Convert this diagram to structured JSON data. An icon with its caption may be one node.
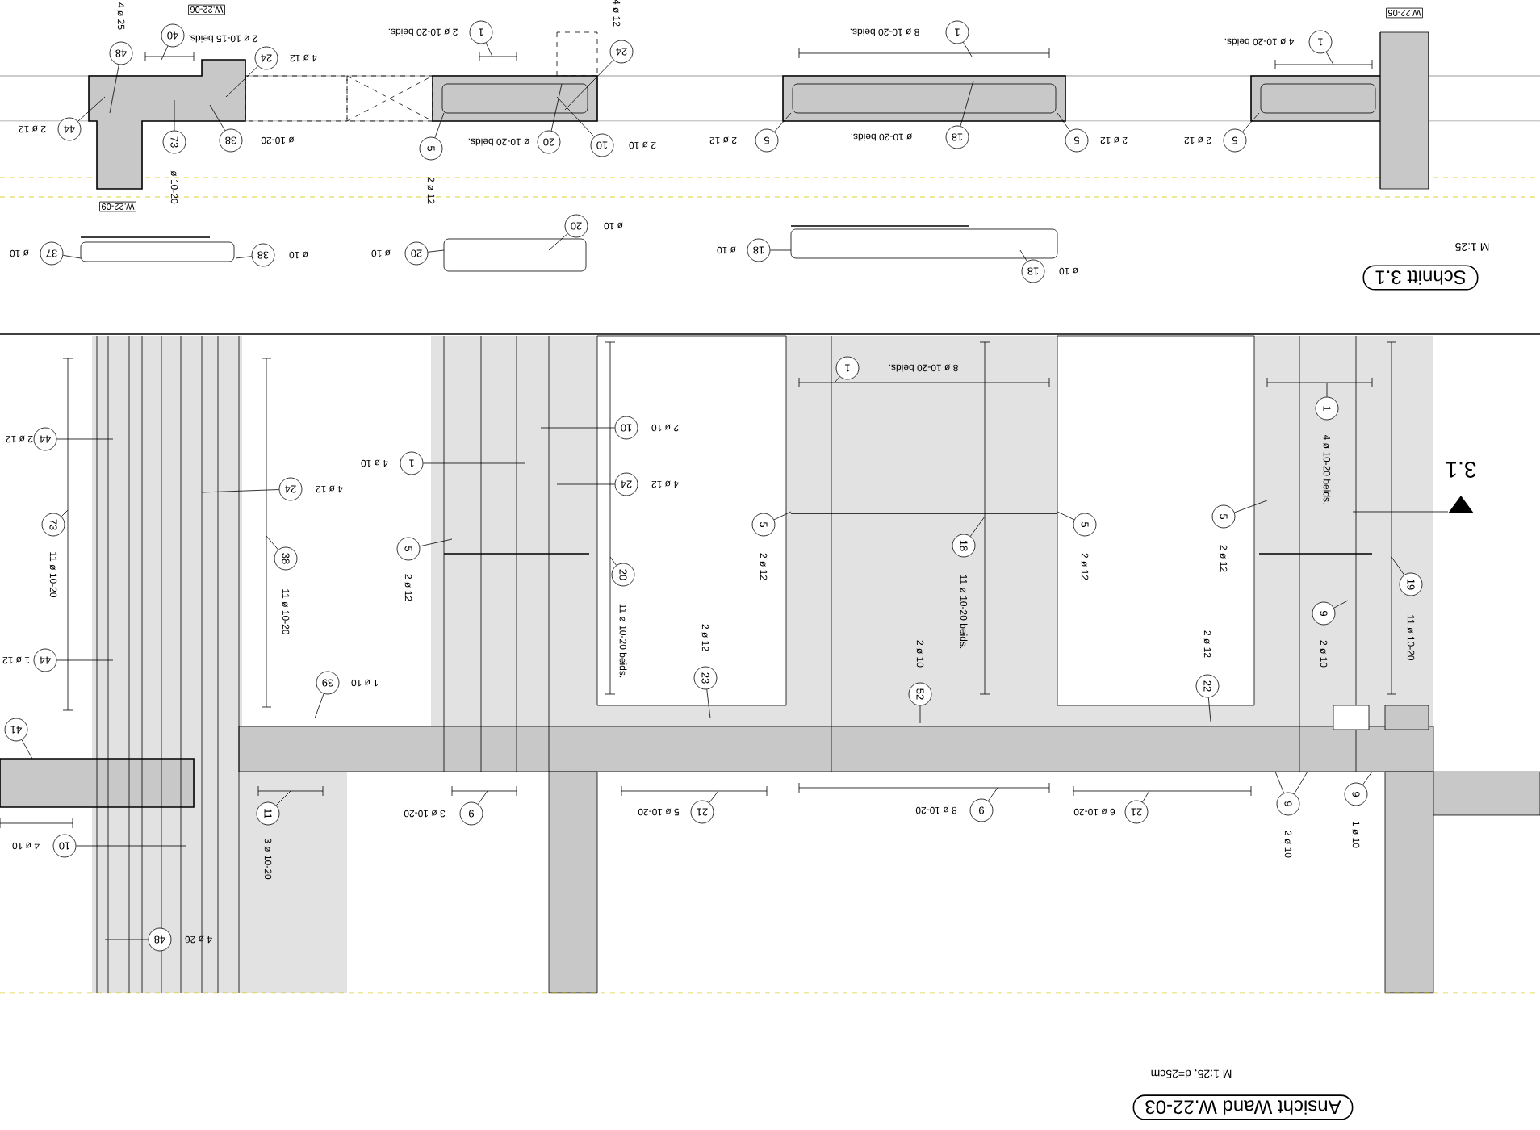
{
  "diagram": {
    "nodes": [
      {
        "text": [
          "48"
        ],
        "beside": [
          "4 ø 25"
        ]
      },
      {
        "text": [
          "40"
        ],
        "beside": [
          "2 ø 10-15 beids."
        ]
      },
      {
        "text": [
          "24"
        ],
        "beside": [
          "4 ø 12"
        ]
      },
      {
        "text": [
          "44"
        ],
        "beside": [
          "2 ø 12"
        ]
      },
      {
        "text": [
          "73"
        ],
        "beside": [
          "ø 10-20"
        ]
      },
      {
        "text": [
          "38"
        ],
        "beside": [
          "ø 10-20"
        ]
      },
      {
        "text": [
          "W.22-06"
        ]
      },
      {
        "text": [
          "W.22-09"
        ]
      },
      {
        "text": [
          "1"
        ],
        "beside": [
          "2 ø 10-20 beids."
        ]
      },
      {
        "text": [
          "24"
        ],
        "beside": [
          "4 ø 12"
        ]
      },
      {
        "text": [
          "5"
        ],
        "beside": [
          "2 ø 12"
        ]
      },
      {
        "text": [
          "20"
        ],
        "beside": [
          "ø 10-20 beids."
        ]
      },
      {
        "text": [
          "10"
        ],
        "beside": [
          "2 ø 10"
        ]
      },
      {
        "text": [
          "5"
        ],
        "beside": [
          "2 ø 12"
        ]
      },
      {
        "text": [
          "1"
        ],
        "beside": [
          "8 ø 10-20 beids."
        ]
      },
      {
        "text": [
          "18"
        ],
        "beside": [
          "ø 10-20 beids."
        ]
      },
      {
        "text": [
          "5"
        ],
        "beside": [
          "2 ø 12"
        ]
      },
      {
        "text": [
          "1"
        ],
        "beside": [
          "4 ø 10-20 beids."
        ]
      },
      {
        "text": [
          "5"
        ],
        "beside": [
          "2 ø 12"
        ]
      },
      {
        "text": [
          "W.22-05"
        ]
      },
      {
        "text": [
          "37"
        ],
        "beside": [
          "ø 10"
        ]
      },
      {
        "text": [
          "38"
        ],
        "beside": [
          "ø 10"
        ]
      },
      {
        "text": [
          "20"
        ],
        "beside": [
          "ø 10"
        ]
      },
      {
        "text": [
          "20"
        ],
        "beside": [
          "ø 10"
        ]
      },
      {
        "text": [
          "18"
        ],
        "beside": [
          "ø 10"
        ]
      },
      {
        "text": [
          "18"
        ],
        "beside": [
          "ø 10"
        ]
      },
      {
        "text": [
          "Schnitt 3.1"
        ],
        "beside": [
          "M 1:25"
        ]
      },
      {
        "text": [
          "44"
        ],
        "beside": [
          "2 ø 12"
        ]
      },
      {
        "text": [
          "73"
        ],
        "beside": [
          "11 ø 10-20"
        ]
      },
      {
        "text": [
          "44"
        ],
        "beside": [
          "1 ø 12"
        ]
      },
      {
        "text": [
          "41"
        ]
      },
      {
        "text": [
          "24"
        ],
        "beside": [
          "4 ø 12"
        ]
      },
      {
        "text": [
          "38"
        ],
        "beside": [
          "11 ø 10-20"
        ]
      },
      {
        "text": [
          "1"
        ],
        "beside": [
          "4 ø 10"
        ]
      },
      {
        "text": [
          "5"
        ],
        "beside": [
          "2 ø 12"
        ]
      },
      {
        "text": [
          "39"
        ],
        "beside": [
          "1 ø 10"
        ]
      },
      {
        "text": [
          "10"
        ],
        "beside": [
          "2 ø 10"
        ]
      },
      {
        "text": [
          "24"
        ],
        "beside": [
          "4 ø 12"
        ]
      },
      {
        "text": [
          "20"
        ],
        "beside": [
          "11 ø 10-20 beids."
        ]
      },
      {
        "text": [
          "23"
        ],
        "beside": [
          "2 ø 12"
        ]
      },
      {
        "text": [
          "5"
        ],
        "beside": [
          "2 ø 12"
        ]
      },
      {
        "text": [
          "1"
        ],
        "beside": [
          "8 ø 10-20 beids."
        ]
      },
      {
        "text": [
          "18"
        ],
        "beside": [
          "11 ø 10-20 beids."
        ]
      },
      {
        "text": [
          "52"
        ],
        "beside": [
          "2 ø 10"
        ]
      },
      {
        "text": [
          "5"
        ],
        "beside": [
          "2 ø 12"
        ]
      },
      {
        "text": [
          "5"
        ],
        "beside": [
          "2 ø 12"
        ]
      },
      {
        "text": [
          "22"
        ],
        "beside": [
          "2 ø 12"
        ]
      },
      {
        "text": [
          "1"
        ],
        "beside": [
          "4 ø 10-20 beids."
        ]
      },
      {
        "text": [
          "9"
        ],
        "beside": [
          "2 ø 10"
        ]
      },
      {
        "text": [
          "19"
        ],
        "beside": [
          "11 ø 10-20"
        ]
      },
      {
        "text": [
          "11"
        ],
        "beside": [
          "3 ø 10-20"
        ]
      },
      {
        "text": [
          "10"
        ],
        "beside": [
          "4 ø 10"
        ]
      },
      {
        "text": [
          "48"
        ],
        "beside": [
          "4 ø 26"
        ]
      },
      {
        "text": [
          "9"
        ],
        "beside": [
          "3 ø 10-20"
        ]
      },
      {
        "text": [
          "21"
        ],
        "beside": [
          "5 ø 10-20"
        ]
      },
      {
        "text": [
          "9"
        ],
        "beside": [
          "8 ø 10-20"
        ]
      },
      {
        "text": [
          "21"
        ],
        "beside": [
          "6 ø 10-20"
        ]
      },
      {
        "text": [
          "9"
        ],
        "beside": [
          "2 ø 10"
        ]
      },
      {
        "text": [
          "9"
        ],
        "beside": [
          "1 ø 10"
        ]
      },
      {
        "text": [
          "Ansicht Wand W.22-03"
        ],
        "beside": [
          "M 1:25, d=25cm"
        ]
      }
    ],
    "edges": [
      {
        "from": 0,
        "to": null,
        "arrow": "none"
      },
      {
        "from": 1,
        "to": null,
        "arrow": "none"
      },
      {
        "from": 2,
        "to": null,
        "arrow": "none"
      },
      {
        "from": 3,
        "to": null,
        "arrow": "none"
      },
      {
        "from": 4,
        "to": null,
        "arrow": "none"
      },
      {
        "from": 5,
        "to": null,
        "arrow": "none"
      },
      {
        "from": 8,
        "to": null,
        "arrow": "none"
      },
      {
        "from": 9,
        "to": null,
        "arrow": "none"
      },
      {
        "from": 10,
        "to": null,
        "arrow": "none"
      },
      {
        "from": 11,
        "to": null,
        "arrow": "none"
      },
      {
        "from": 12,
        "to": null,
        "arrow": "none"
      },
      {
        "from": 13,
        "to": null,
        "arrow": "none"
      },
      {
        "from": 14,
        "to": null,
        "arrow": "none"
      },
      {
        "from": 15,
        "to": null,
        "arrow": "none"
      },
      {
        "from": 16,
        "to": null,
        "arrow": "none"
      },
      {
        "from": 17,
        "to": null,
        "arrow": "none"
      },
      {
        "from": 18,
        "to": null,
        "arrow": "none"
      },
      {
        "from": 20,
        "to": null,
        "arrow": "none"
      },
      {
        "from": 21,
        "to": null,
        "arrow": "none"
      },
      {
        "from": 22,
        "to": null,
        "arrow": "none"
      },
      {
        "from": 23,
        "to": null,
        "arrow": "none"
      },
      {
        "from": 24,
        "to": null,
        "arrow": "none"
      },
      {
        "from": 25,
        "to": null,
        "arrow": "none"
      },
      {
        "from": 27,
        "to": null,
        "arrow": "none"
      },
      {
        "from": 28,
        "to": null,
        "arrow": "none"
      },
      {
        "from": 29,
        "to": null,
        "arrow": "none"
      },
      {
        "from": 30,
        "to": null,
        "arrow": "none"
      },
      {
        "from": 31,
        "to": null,
        "arrow": "none"
      },
      {
        "from": 32,
        "to": null,
        "arrow": "none"
      },
      {
        "from": 33,
        "to": null,
        "arrow": "none"
      },
      {
        "from": 34,
        "to": null,
        "arrow": "none"
      },
      {
        "from": 35,
        "to": null,
        "arrow": "none"
      },
      {
        "from": 36,
        "to": null,
        "arrow": "none"
      },
      {
        "from": 37,
        "to": null,
        "arrow": "none"
      },
      {
        "from": 38,
        "to": null,
        "arrow": "none"
      },
      {
        "from": 39,
        "to": null,
        "arrow": "none"
      },
      {
        "from": 40,
        "to": null,
        "arrow": "none"
      },
      {
        "from": 41,
        "to": null,
        "arrow": "none"
      },
      {
        "from": 42,
        "to": null,
        "arrow": "none"
      },
      {
        "from": 43,
        "to": null,
        "arrow": "none"
      },
      {
        "from": 44,
        "to": null,
        "arrow": "none"
      },
      {
        "from": 45,
        "to": null,
        "arrow": "none"
      },
      {
        "from": 46,
        "to": null,
        "arrow": "none"
      },
      {
        "from": 47,
        "to": null,
        "arrow": "none"
      },
      {
        "from": 48,
        "to": null,
        "arrow": "none"
      },
      {
        "from": 49,
        "to": null,
        "arrow": "none"
      },
      {
        "from": 50,
        "to": null,
        "arrow": "none"
      },
      {
        "from": 51,
        "to": null,
        "arrow": "none"
      },
      {
        "from": 52,
        "to": null,
        "arrow": "none"
      },
      {
        "from": 53,
        "to": null,
        "arrow": "none"
      },
      {
        "from": 54,
        "to": null,
        "arrow": "none"
      },
      {
        "from": 55,
        "to": null,
        "arrow": "none"
      },
      {
        "from": 56,
        "to": null,
        "arrow": "none"
      },
      {
        "from": 57,
        "to": null,
        "arrow": "none"
      },
      {
        "from": 57,
        "to": null,
        "arrow": "none"
      },
      {
        "from": 58,
        "to": null,
        "arrow": "none"
      }
    ],
    "labels": [
      "3.1"
    ]
  }
}
